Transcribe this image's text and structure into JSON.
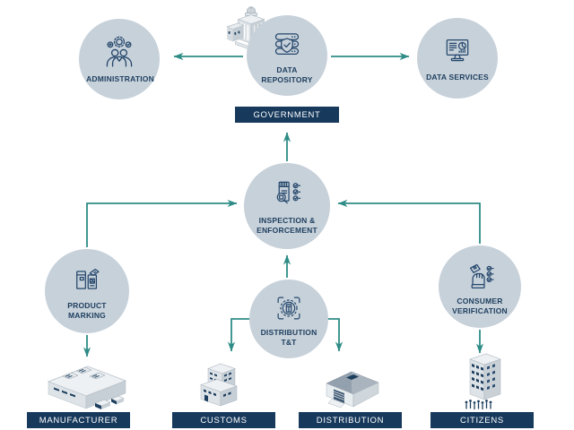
{
  "colors": {
    "accent_teal": "#2e8c86",
    "navy_dark": "#17395c",
    "node_fill": "#c7d1da",
    "icon_stroke": "#24466b",
    "banner_text": "#ffffff",
    "background": "#ffffff"
  },
  "nodes": {
    "administration": {
      "label": "ADMINISTRATION",
      "icon": "people-gears-icon"
    },
    "data_repository": {
      "label": "DATA REPOSITORY",
      "icon": "database-shield-icon"
    },
    "data_services": {
      "label": "DATA SERVICES",
      "icon": "monitor-analytics-icon"
    },
    "inspection": {
      "label": "INSPECTION & ENFORCEMENT",
      "icon": "pack-magnifier-checklist-icon"
    },
    "product_marking": {
      "label": "PRODUCT MARKING",
      "icon": "pack-qr-marking-icon"
    },
    "distribution_tt": {
      "label": "DISTRIBUTION T&T",
      "icon": "pack-scan-frame-icon"
    },
    "consumer_verification": {
      "label": "CONSUMER VERIFICATION",
      "icon": "hand-card-checklist-icon"
    }
  },
  "banners": {
    "government": "GOVERNMENT"
  },
  "footer_bars": [
    {
      "id": "manufacturer",
      "label": "MANUFACTURER",
      "illustration": "factory-building-illustration"
    },
    {
      "id": "customs",
      "label": "CUSTOMS",
      "illustration": "office-building-illustration"
    },
    {
      "id": "distribution",
      "label": "DISTRIBUTION",
      "illustration": "warehouse-building-illustration"
    },
    {
      "id": "citizens",
      "label": "CITIZENS",
      "illustration": "apartment-building-people-illustration"
    }
  ],
  "illustrations": {
    "government_building": "government-building-illustration"
  },
  "connections": [
    {
      "from": "data_repository",
      "to": "administration"
    },
    {
      "from": "data_repository",
      "to": "data_services"
    },
    {
      "from": "inspection",
      "to": "government"
    },
    {
      "from": "product_marking",
      "to": "inspection"
    },
    {
      "from": "consumer_verification",
      "to": "inspection"
    },
    {
      "from": "distribution_tt",
      "to": "inspection"
    },
    {
      "from": "distribution_tt",
      "to": "customs"
    },
    {
      "from": "distribution_tt",
      "to": "distribution"
    },
    {
      "from": "product_marking",
      "to": "manufacturer"
    },
    {
      "from": "consumer_verification",
      "to": "citizens"
    }
  ]
}
